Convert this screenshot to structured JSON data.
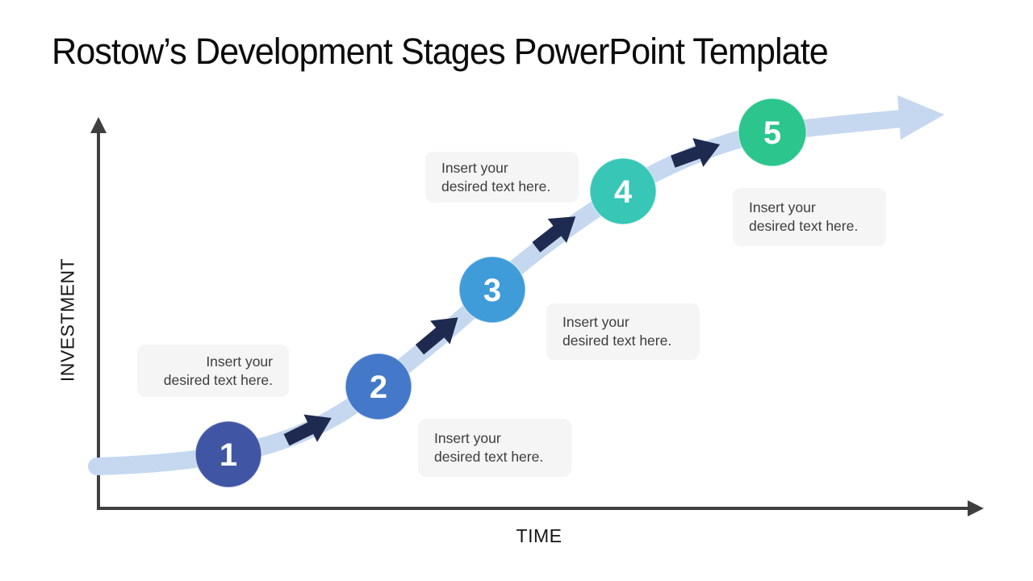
{
  "title": "Rostow’s Development Stages PowerPoint Template",
  "axes": {
    "y_label": "INVESTMENT",
    "x_label": "TIME"
  },
  "colors": {
    "band": "#c5d8f0",
    "connector": "#1f2a50",
    "axis": "#3f3f3f",
    "placeholder_bg": "#f5f5f6",
    "placeholder_text": "#3d3d3d",
    "stage_number_text": "#ffffff",
    "title_text": "#0b0b0b"
  },
  "stages": [
    {
      "number": "1",
      "color": "#4155a5"
    },
    {
      "number": "2",
      "color": "#4478c9"
    },
    {
      "number": "3",
      "color": "#409bd9"
    },
    {
      "number": "4",
      "color": "#38c6b6"
    },
    {
      "number": "5",
      "color": "#2bc58d"
    }
  ],
  "placeholders": [
    {
      "line1": "Insert your",
      "line2": "desired text here."
    },
    {
      "line1": "Insert your",
      "line2": "desired text here."
    },
    {
      "line1": "Insert your",
      "line2": "desired text here."
    },
    {
      "line1": "Insert your",
      "line2": "desired text here."
    },
    {
      "line1": "Insert your",
      "line2": "desired text here."
    }
  ]
}
